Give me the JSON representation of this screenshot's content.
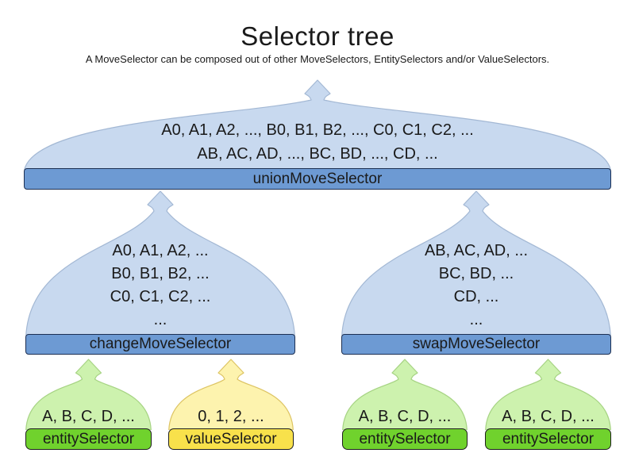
{
  "title": "Selector tree",
  "subtitle": "A MoveSelector can be composed out of other MoveSelectors, EntitySelectors and/or ValueSelectors.",
  "colors": {
    "text": "#1a1a1a",
    "move_fill": "#c8d9ef",
    "move_stroke": "#a3b8d4",
    "move_bar_fill": "#6d9ad3",
    "move_bar_stroke": "#1c2f52",
    "entity_fill": "#cdf2ae",
    "entity_stroke": "#a6d383",
    "entity_bar_fill": "#70d22d",
    "entity_bar_stroke": "#1e1e1e",
    "value_fill": "#fdf3ae",
    "value_stroke": "#ddc463",
    "value_bar_fill": "#f8e14b",
    "value_bar_stroke": "#1e1e1e"
  },
  "nodes": [
    {
      "id": "union",
      "type": "move",
      "label": "unionMoveSelector",
      "lines": [
        "A0, A1, A2, ..., B0, B1, B2, ..., C0, C1, C2, ...",
        "AB, AC, AD, ..., BC, BD, ..., CD, ..."
      ]
    },
    {
      "id": "change",
      "type": "move",
      "label": "changeMoveSelector",
      "lines": [
        "A0, A1, A2, ...",
        "B0, B1, B2, ...",
        "C0, C1, C2, ...",
        "..."
      ]
    },
    {
      "id": "swap",
      "type": "move",
      "label": "swapMoveSelector",
      "lines": [
        "AB, AC, AD, ...",
        "BC, BD, ...",
        "CD, ...",
        "..."
      ]
    },
    {
      "id": "entity1",
      "type": "entity",
      "label": "entitySelector",
      "lines": [
        "A, B, C, D, ..."
      ]
    },
    {
      "id": "value1",
      "type": "value",
      "label": "valueSelector",
      "lines": [
        "0, 1, 2, ..."
      ]
    },
    {
      "id": "entity2",
      "type": "entity",
      "label": "entitySelector",
      "lines": [
        "A, B, C, D, ..."
      ]
    },
    {
      "id": "entity3",
      "type": "entity",
      "label": "entitySelector",
      "lines": [
        "A, B, C, D, ..."
      ]
    }
  ]
}
